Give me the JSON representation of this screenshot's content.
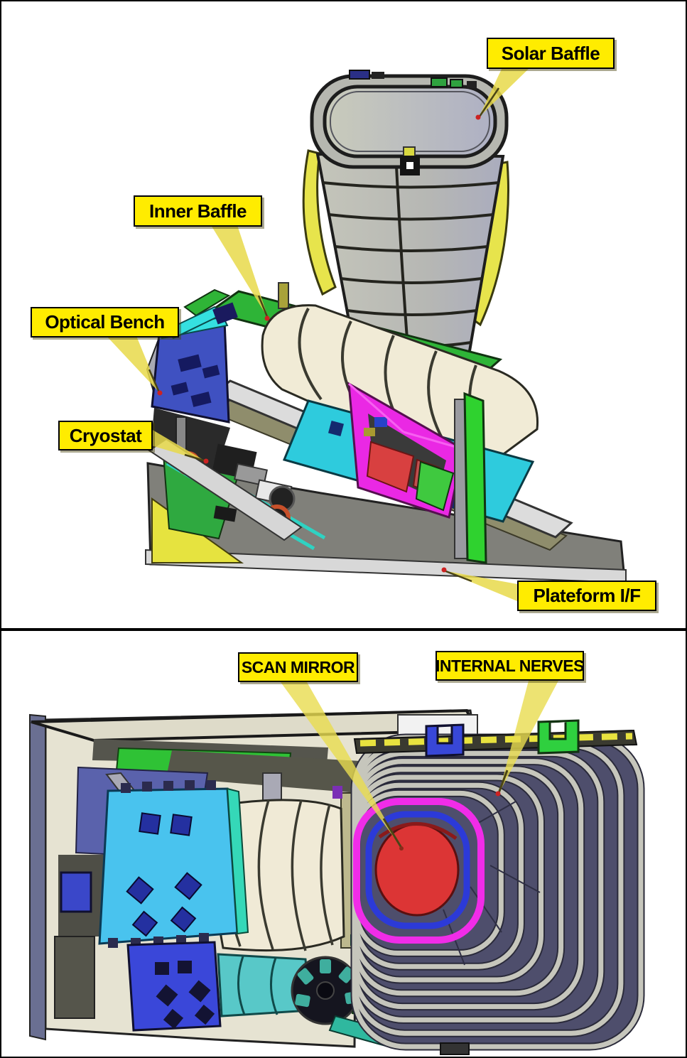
{
  "figure": {
    "description_visible_text_only": true,
    "panel_count": 2,
    "colors": {
      "label_fill": "#ffec00",
      "label_border": "#000000",
      "label_text": "#000000",
      "leader_wedge": "#e8d94a",
      "leader_target_dot": "#cc2222",
      "baffle_gray": "#b9bab2",
      "vane_gray": "#c6c6bc",
      "vane_gap_slate": "#4e4e6c",
      "scan_mirror_red": "#dc3535",
      "magenta": "#ea28e4",
      "cyan_panel": "#49c3ee",
      "royal_blue": "#3a47d9",
      "deck_green": "#2eb437",
      "cream": "#f1ebd6",
      "housing_beige": "#e6e3d2",
      "fin_yellow": "#e7e44c"
    }
  },
  "labels": {
    "solar_baffle": "Solar Baffle",
    "inner_baffle": "Inner Baffle",
    "optical_bench": "Optical Bench",
    "cryostat": "Cryostat",
    "plateform_if": "Plateform I/F",
    "scan_mirror": "SCAN MIRROR",
    "internal_nerves": "INTERNAL NERVES"
  }
}
